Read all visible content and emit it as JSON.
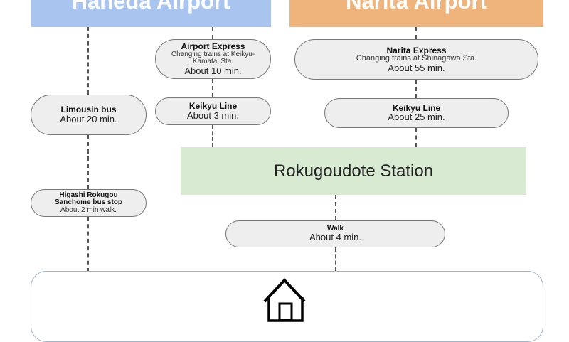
{
  "airports": {
    "haneda": {
      "label": "Haneda Airport",
      "color": "#a8c4ef"
    },
    "narita": {
      "label": "Narita Airport",
      "color": "#efb37c"
    }
  },
  "routes": {
    "airport_express": {
      "title": "Airport Express",
      "note": "Changing trains at Keikyu-Kamatai Sta.",
      "time": "About 10 min."
    },
    "limousin_bus": {
      "title": "Limousin bus",
      "time": "About 20 min."
    },
    "keikyu_haneda": {
      "title": "Keikyu Line",
      "time": "About 3 min."
    },
    "narita_express": {
      "title": "Narita Express",
      "note": "Changing trains at Shinagawa Sta.",
      "time": "About 55 min."
    },
    "keikyu_narita": {
      "title": "Keikyu Line",
      "time": "About 25 min."
    },
    "bus_stop": {
      "title": "Higashi Rokugou Sanchome bus stop",
      "time": "About 2 min walk."
    },
    "walk": {
      "title": "Walk",
      "time": "About 4 min."
    }
  },
  "station": {
    "label": "Rokugoudote Station",
    "color": "#d9ead3"
  },
  "home": {
    "icon": "house-icon"
  }
}
